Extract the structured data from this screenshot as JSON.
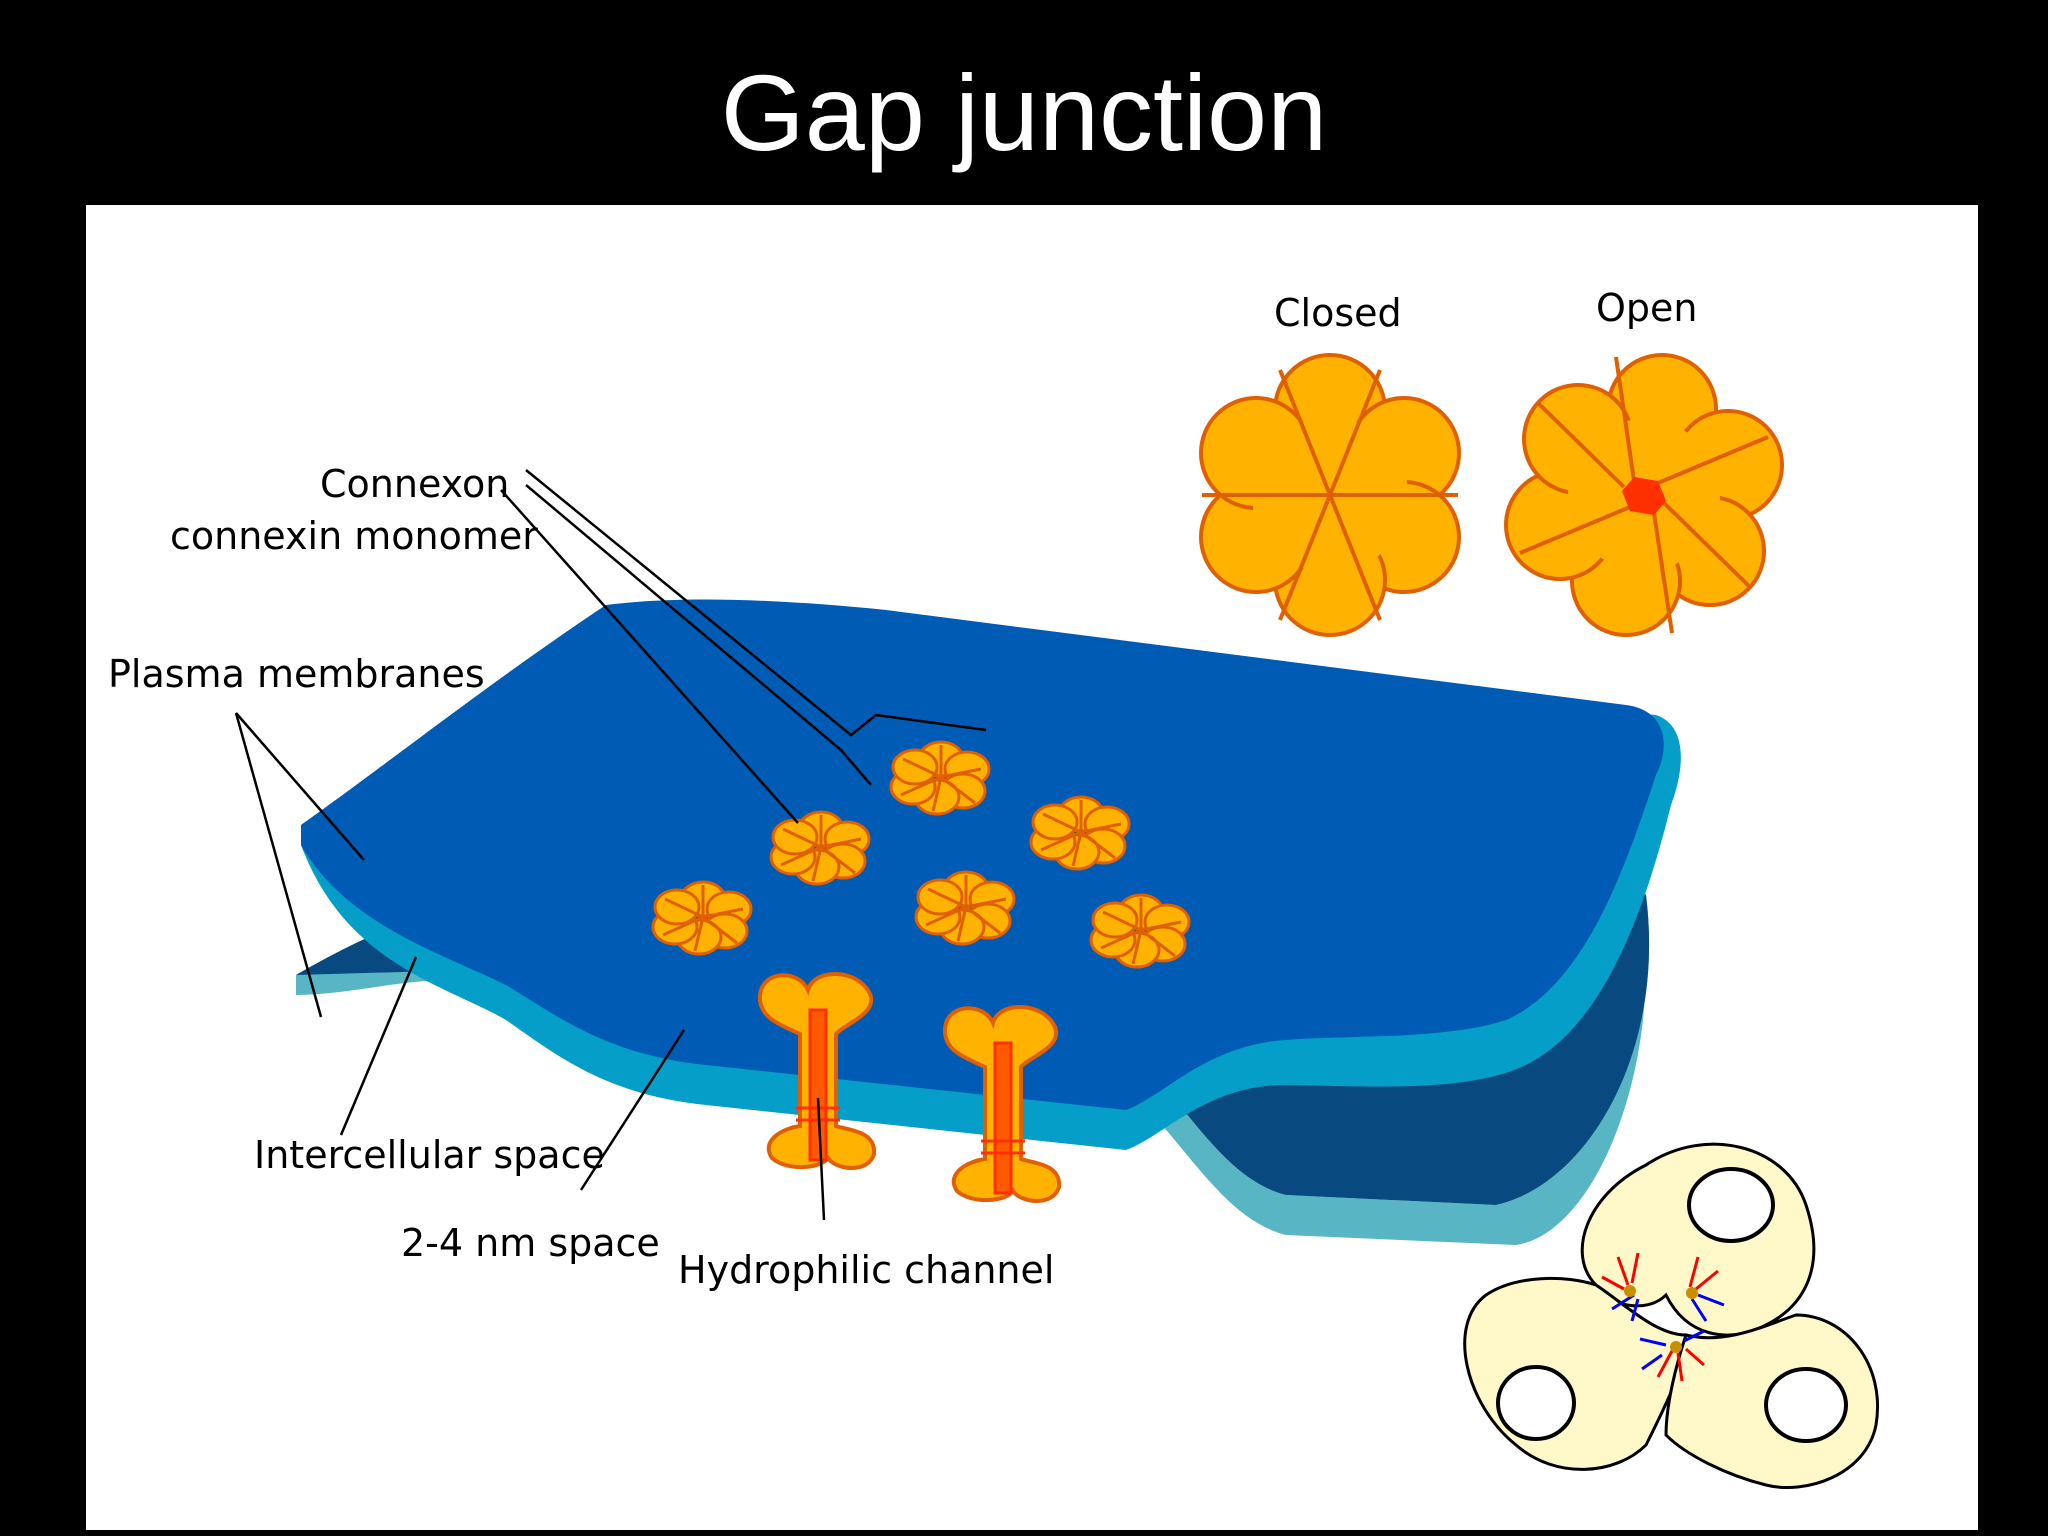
{
  "title": "Gap junction",
  "labels": {
    "closed": "Closed",
    "open": "Open",
    "connexon": "Connexon",
    "connexin_monomer": "connexin monomer",
    "plasma_membranes": "Plasma membranes",
    "intercellular_space": "Intercellular space",
    "nm_space": "2-4 nm space",
    "hydrophilic_channel": "Hydrophilic channel"
  },
  "colors": {
    "membrane_top": "#005bb5",
    "membrane_edge": "#049ec8",
    "membrane_bottom": "#08497f",
    "membrane_bottom_edge": "#58b6c4",
    "connexon_fill": "#ffb300",
    "connexon_outline": "#e06000",
    "channel_red": "#ff3000",
    "cell_fill": "#fff8c8",
    "arrow_red": "#ff0000",
    "arrow_blue": "#0000ff"
  }
}
